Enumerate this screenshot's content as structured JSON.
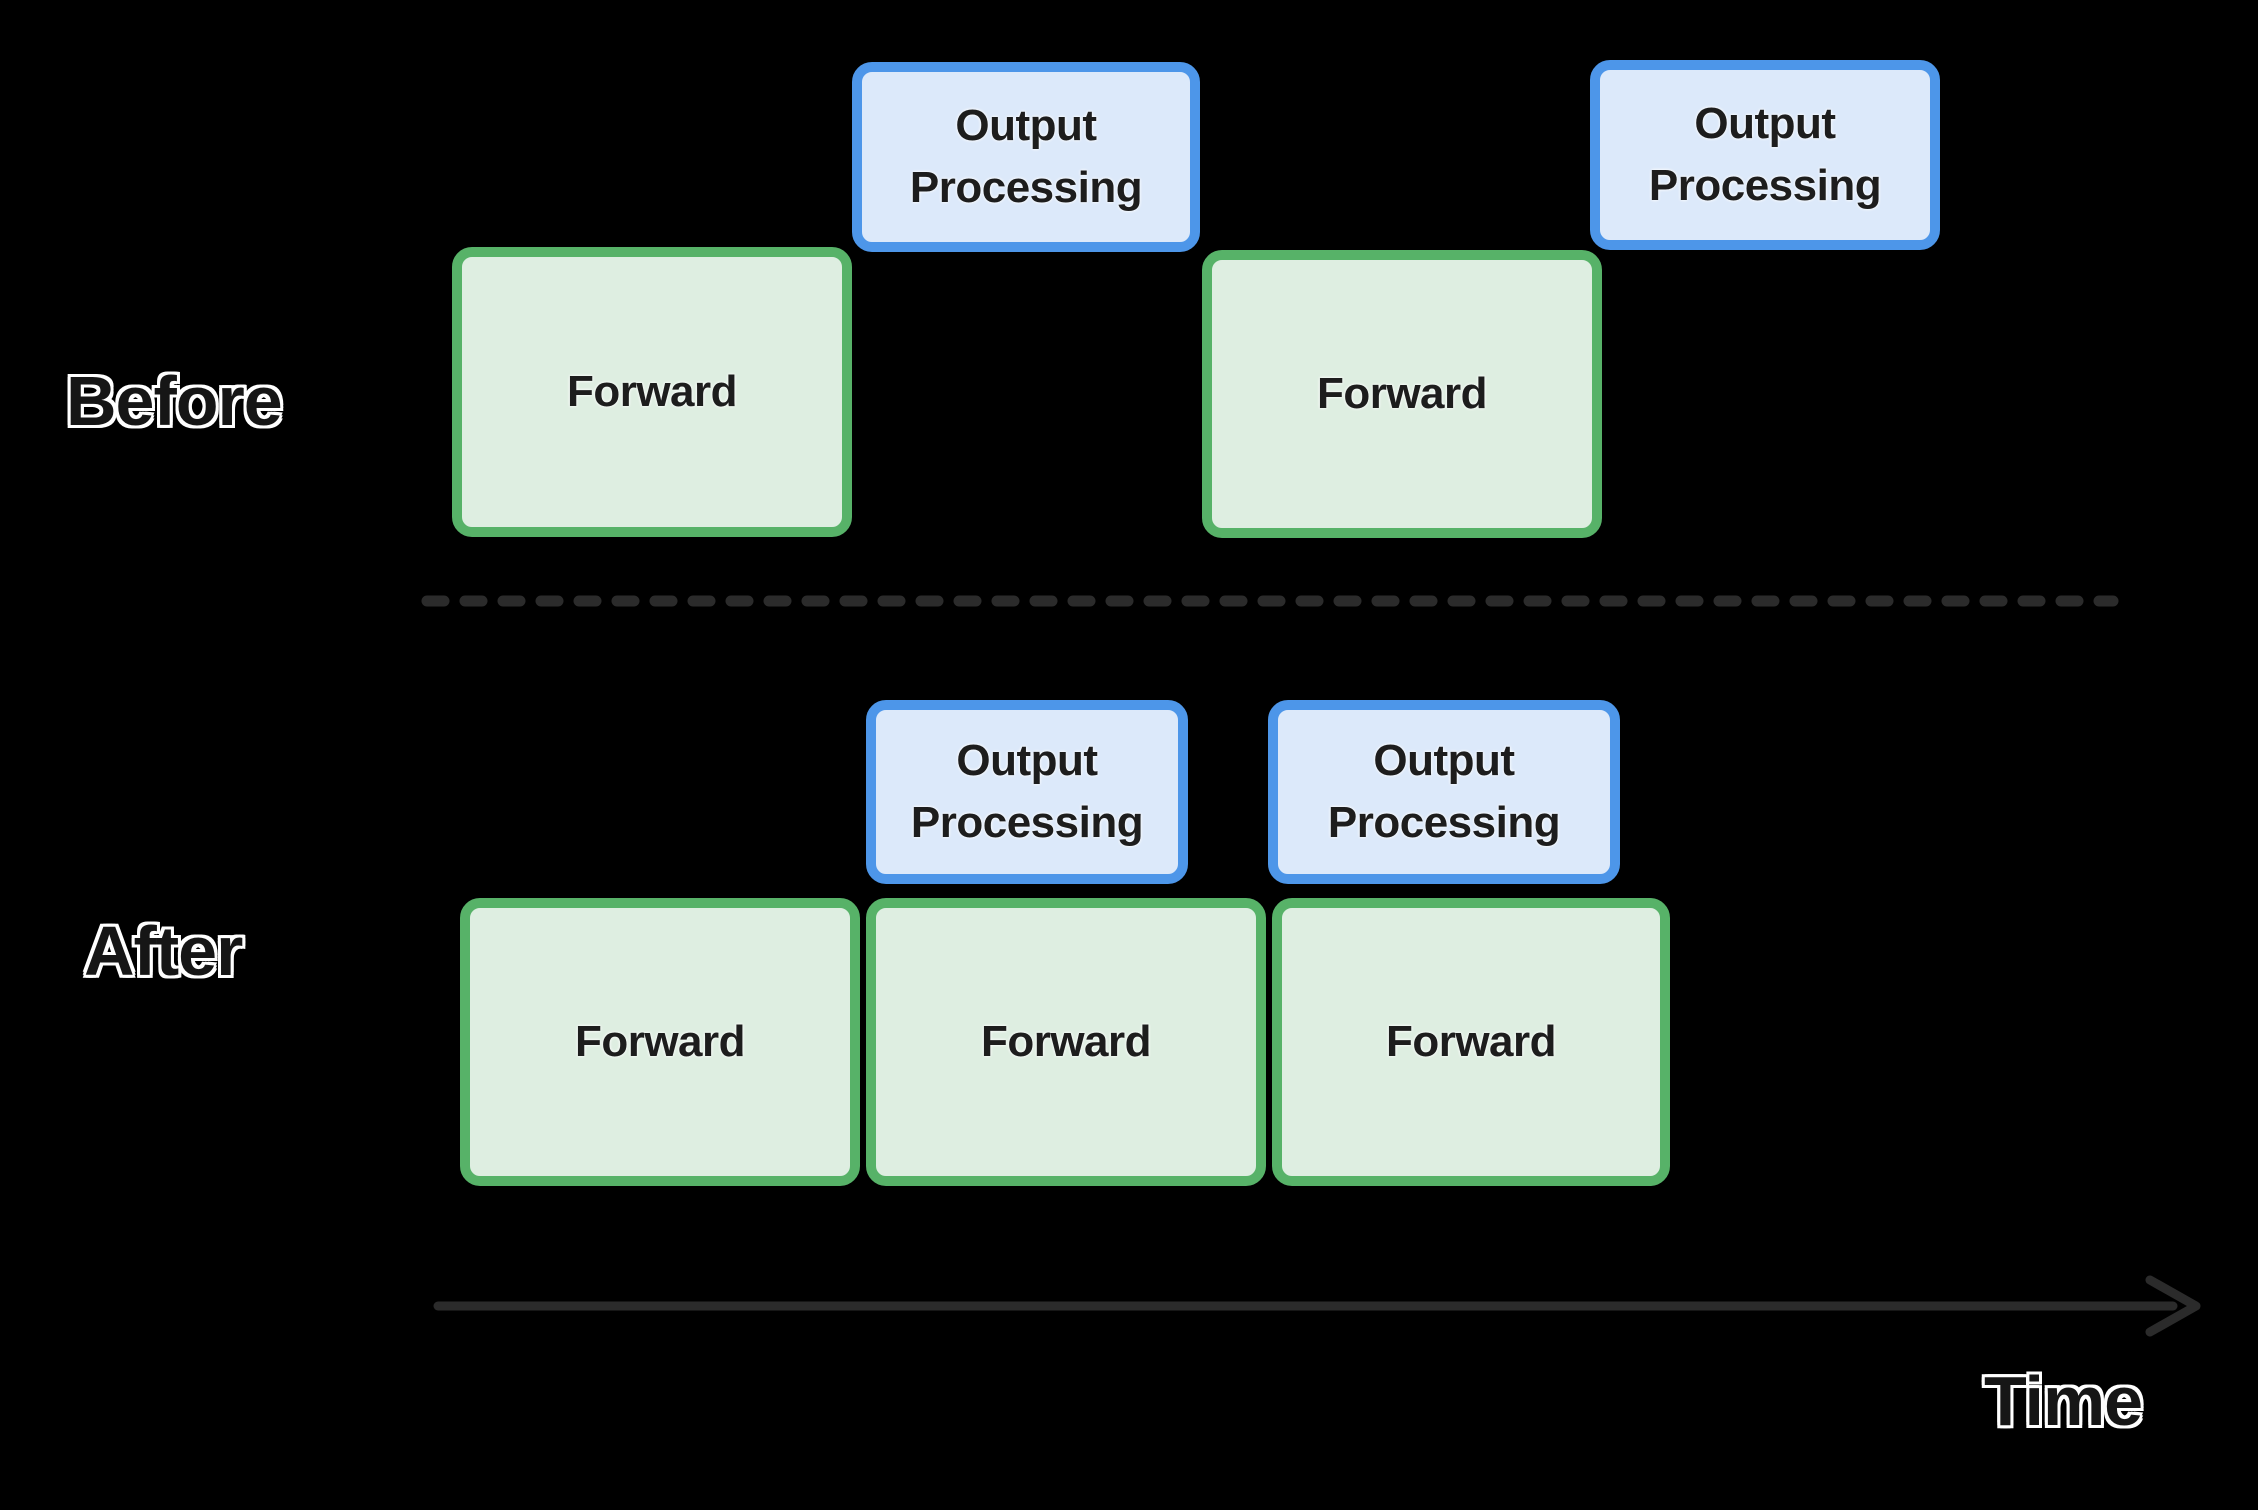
{
  "colors": {
    "background": "#000000",
    "forward_border": "#57b268",
    "forward_fill": "#deeee1",
    "output_border": "#4d96e9",
    "output_fill": "#dce9fa",
    "box_text": "#1d1d1d",
    "label_text": "#161616",
    "label_outline": "#ffffff",
    "line_gray": "#2b2b2b"
  },
  "sections": {
    "before": {
      "label": "Before",
      "boxes": [
        {
          "kind": "forward",
          "label": "Forward"
        },
        {
          "kind": "output-processing",
          "label": "Output Processing"
        },
        {
          "kind": "forward",
          "label": "Forward"
        },
        {
          "kind": "output-processing",
          "label": "Output Processing"
        }
      ]
    },
    "after": {
      "label": "After",
      "boxes": [
        {
          "kind": "output-processing",
          "label": "Output Processing"
        },
        {
          "kind": "output-processing",
          "label": "Output Processing"
        },
        {
          "kind": "forward",
          "label": "Forward"
        },
        {
          "kind": "forward",
          "label": "Forward"
        },
        {
          "kind": "forward",
          "label": "Forward"
        }
      ]
    }
  },
  "axis": {
    "label": "Time"
  }
}
